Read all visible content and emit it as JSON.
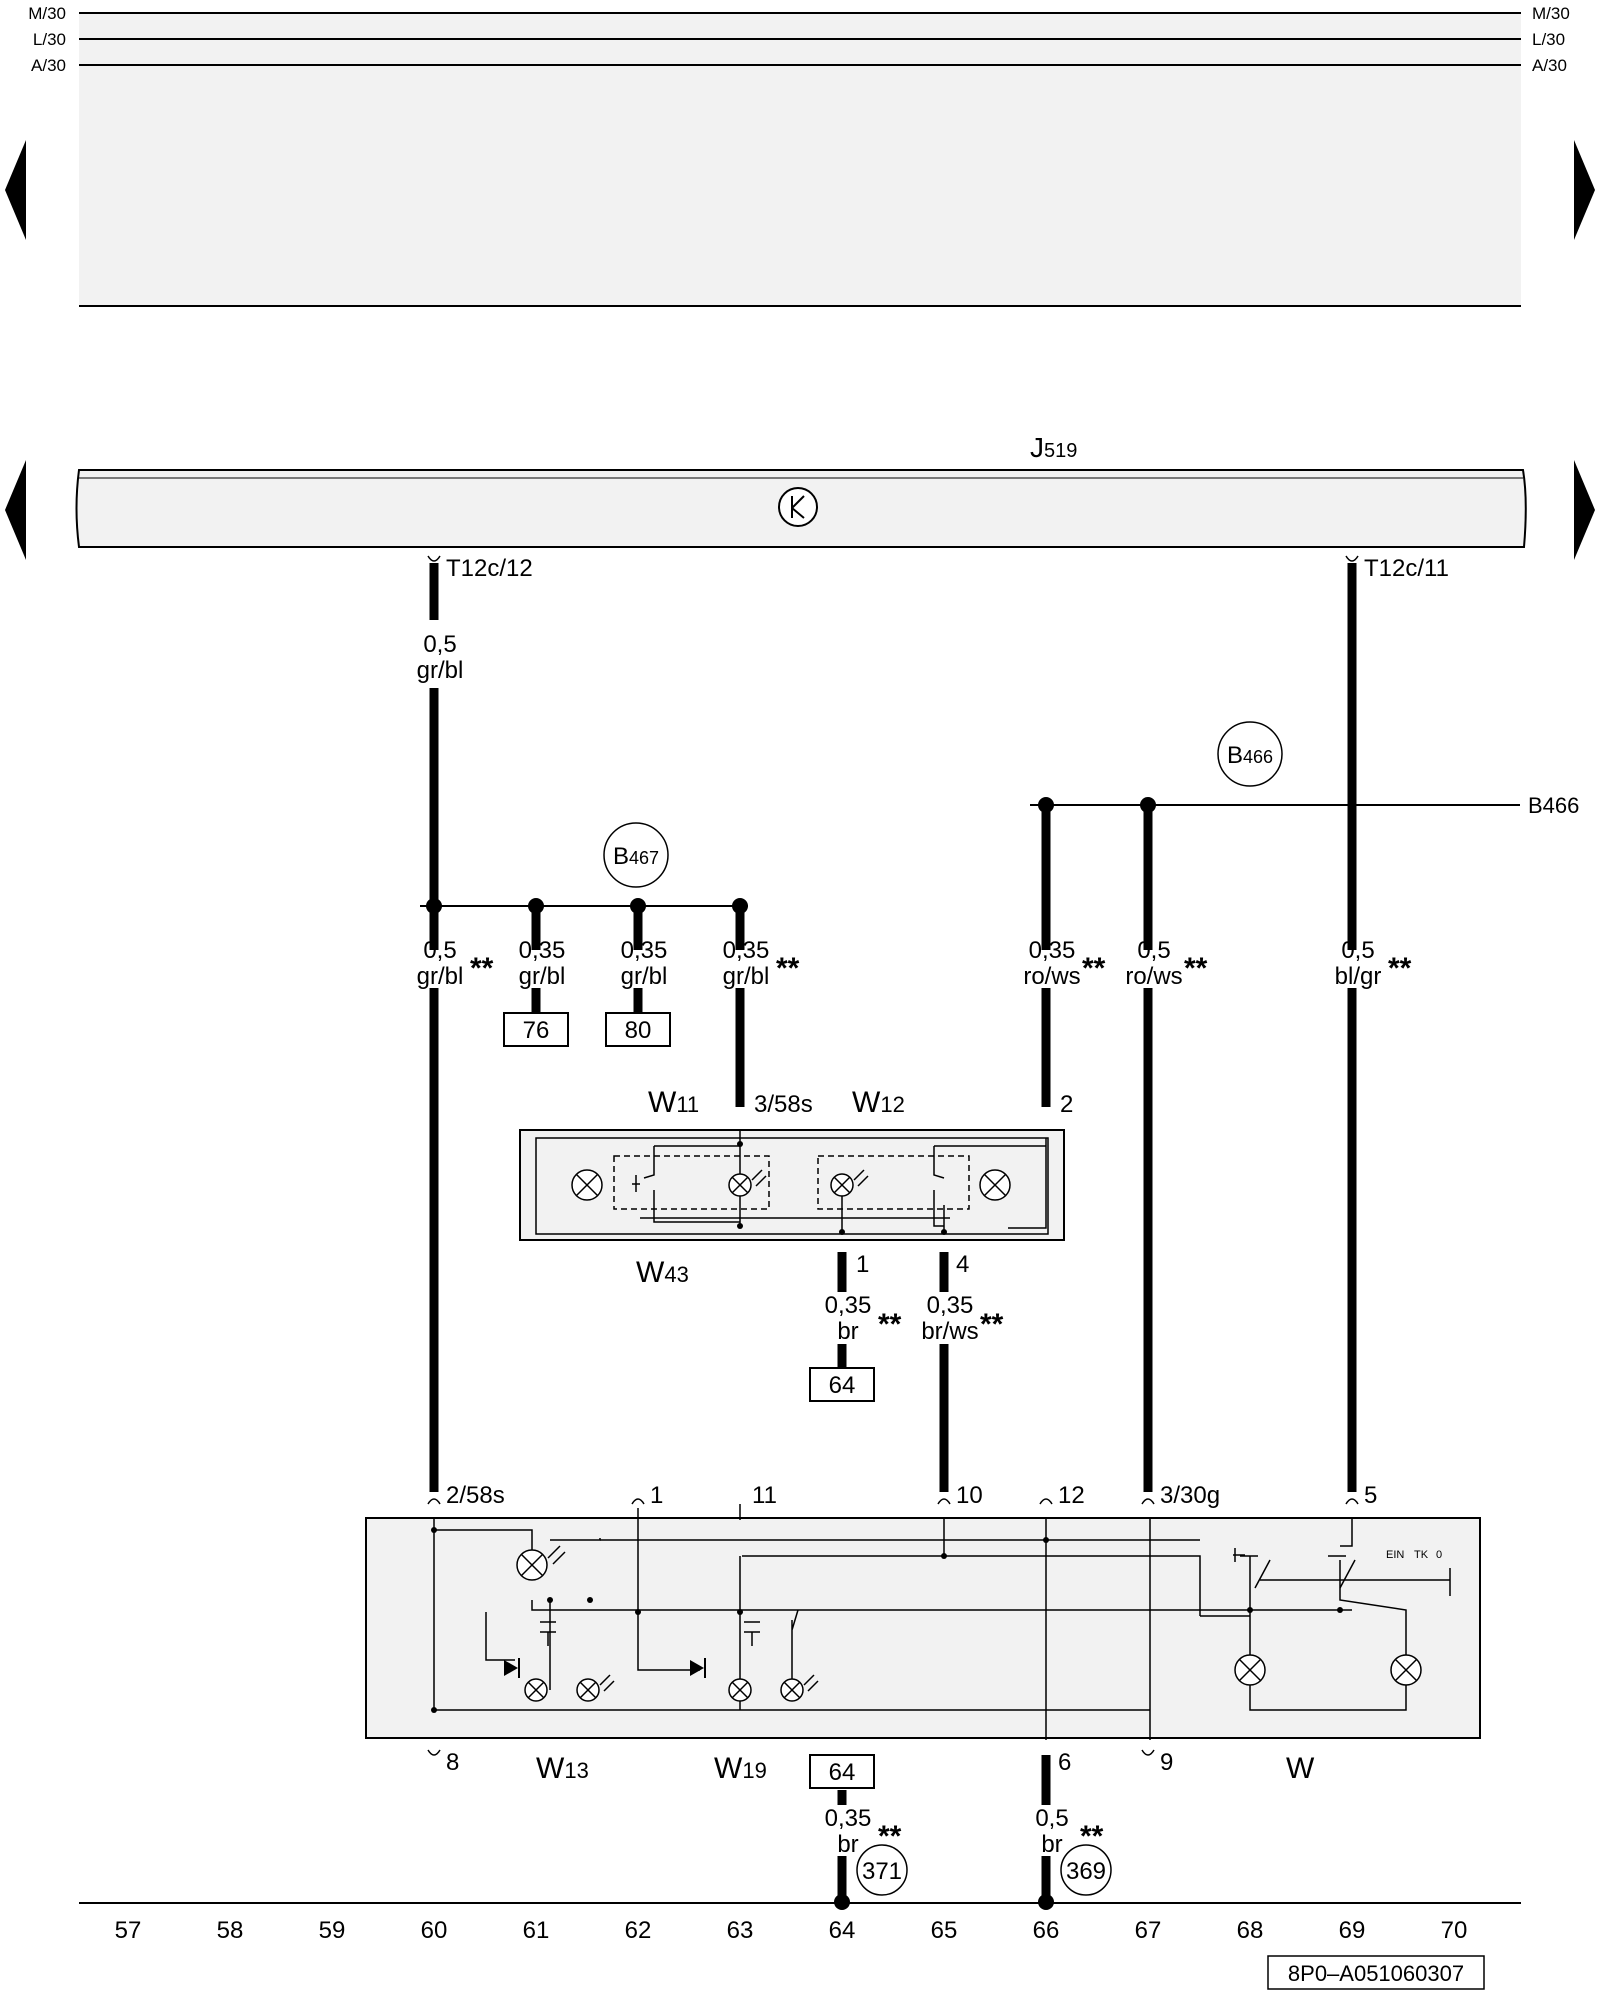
{
  "rails": [
    {
      "id": "M",
      "label": "M/30"
    },
    {
      "id": "L",
      "label": "L/30"
    },
    {
      "id": "A",
      "label": "A/30"
    }
  ],
  "module_j519": {
    "label_main": "J",
    "label_sub": "519",
    "symbol": "k-clock-icon"
  },
  "connectors": {
    "t12c12": "T12c/12",
    "t12c11": "T12c/11"
  },
  "splices": {
    "b467": {
      "main": "B",
      "sub": "467"
    },
    "b466": {
      "main": "B",
      "sub": "466"
    },
    "b466_line": "B466"
  },
  "wires": {
    "w_top_gauge": "0,5",
    "w_top_color": "gr/bl",
    "w60_gauge": "0,5",
    "w60_color": "gr/bl",
    "w61_gauge": "0,35",
    "w61_color": "gr/bl",
    "w62_gauge": "0,35",
    "w62_color": "gr/bl",
    "w63_gauge": "0,35",
    "w63_color": "gr/bl",
    "w66_gauge": "0,35",
    "w66_color": "ro/ws",
    "w67_gauge": "0,5",
    "w67_color": "ro/ws",
    "w69_gauge": "0,5",
    "w69_color": "bl/gr",
    "w64m_gauge": "0,35",
    "w64m_color": "br",
    "w65m_gauge": "0,35",
    "w65m_color": "br/ws",
    "w64b_gauge": "0,35",
    "w64b_color": "br",
    "w66b_gauge": "0,5",
    "w66b_color": "br",
    "star": "**"
  },
  "refs": {
    "r76": "76",
    "r80": "80",
    "r64a": "64",
    "r64b": "64"
  },
  "grounds": {
    "g371": "371",
    "g369": "369"
  },
  "components": {
    "w11": {
      "main": "W",
      "sub": "11"
    },
    "w12": {
      "main": "W",
      "sub": "12"
    },
    "w43": {
      "main": "W",
      "sub": "43"
    },
    "w13": {
      "main": "W",
      "sub": "13"
    },
    "w19": {
      "main": "W",
      "sub": "19"
    },
    "w": {
      "main": "W"
    }
  },
  "pins": {
    "p_358s": "3/58s",
    "p_2": "2",
    "p_1": "1",
    "p_4": "4",
    "q_258s": "2/58s",
    "q_1": "1",
    "q_11": "11",
    "q_10": "10",
    "q_12": "12",
    "q_330g": "3/30g",
    "q_5": "5",
    "q_8": "8",
    "q_6": "6",
    "q_9": "9"
  },
  "switch_labels": {
    "ein": "EIN",
    "tk": "TK",
    "zero": "0"
  },
  "grid_numbers": [
    "57",
    "58",
    "59",
    "60",
    "61",
    "62",
    "63",
    "64",
    "65",
    "66",
    "67",
    "68",
    "69",
    "70"
  ],
  "diagram_id": "8P0–A051060307"
}
